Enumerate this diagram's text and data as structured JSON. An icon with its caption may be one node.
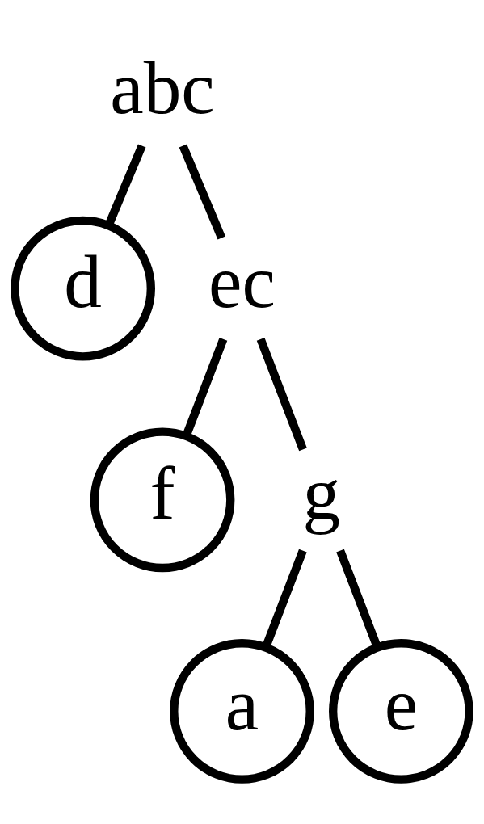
{
  "diagram": {
    "nodes": [
      {
        "text": [
          "abc"
        ]
      },
      {
        "text": [
          "d"
        ]
      },
      {
        "text": [
          "ec"
        ]
      },
      {
        "text": [
          "f"
        ]
      },
      {
        "text": [
          "g"
        ]
      },
      {
        "text": [
          "a"
        ]
      },
      {
        "text": [
          "e"
        ]
      }
    ],
    "edges": [
      {
        "from": 0,
        "to": 1,
        "arrow": "none"
      },
      {
        "from": 0,
        "to": 2,
        "arrow": "none"
      },
      {
        "from": 2,
        "to": 3,
        "arrow": "none"
      },
      {
        "from": 2,
        "to": 4,
        "arrow": "none"
      },
      {
        "from": 4,
        "to": 5,
        "arrow": "none"
      },
      {
        "from": 4,
        "to": 6,
        "arrow": "none"
      }
    ]
  }
}
